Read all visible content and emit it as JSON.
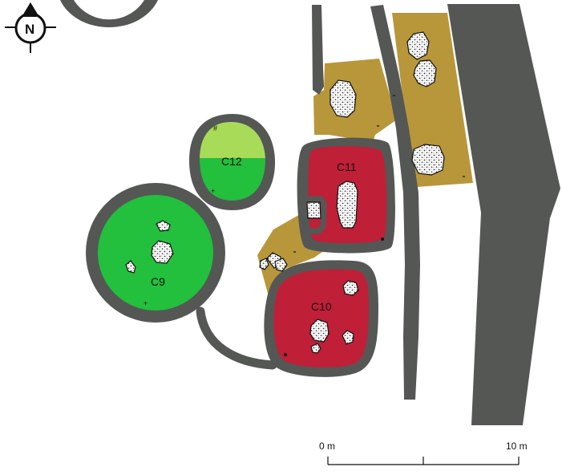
{
  "north_arrow": {
    "label": "N"
  },
  "structures": [
    {
      "id": "C9",
      "label": "C9"
    },
    {
      "id": "C10",
      "label": "C10"
    },
    {
      "id": "C11",
      "label": "C11"
    },
    {
      "id": "C12",
      "label": "C12"
    }
  ],
  "scale_bar": {
    "start_label": "0 m",
    "end_label": "10 m"
  },
  "colors": {
    "wall": "#555755",
    "ochre_fill": "#b8973a",
    "red_fill": "#c01f38",
    "green_fill": "#22c03d",
    "light_green_fill": "#a8dc58"
  }
}
